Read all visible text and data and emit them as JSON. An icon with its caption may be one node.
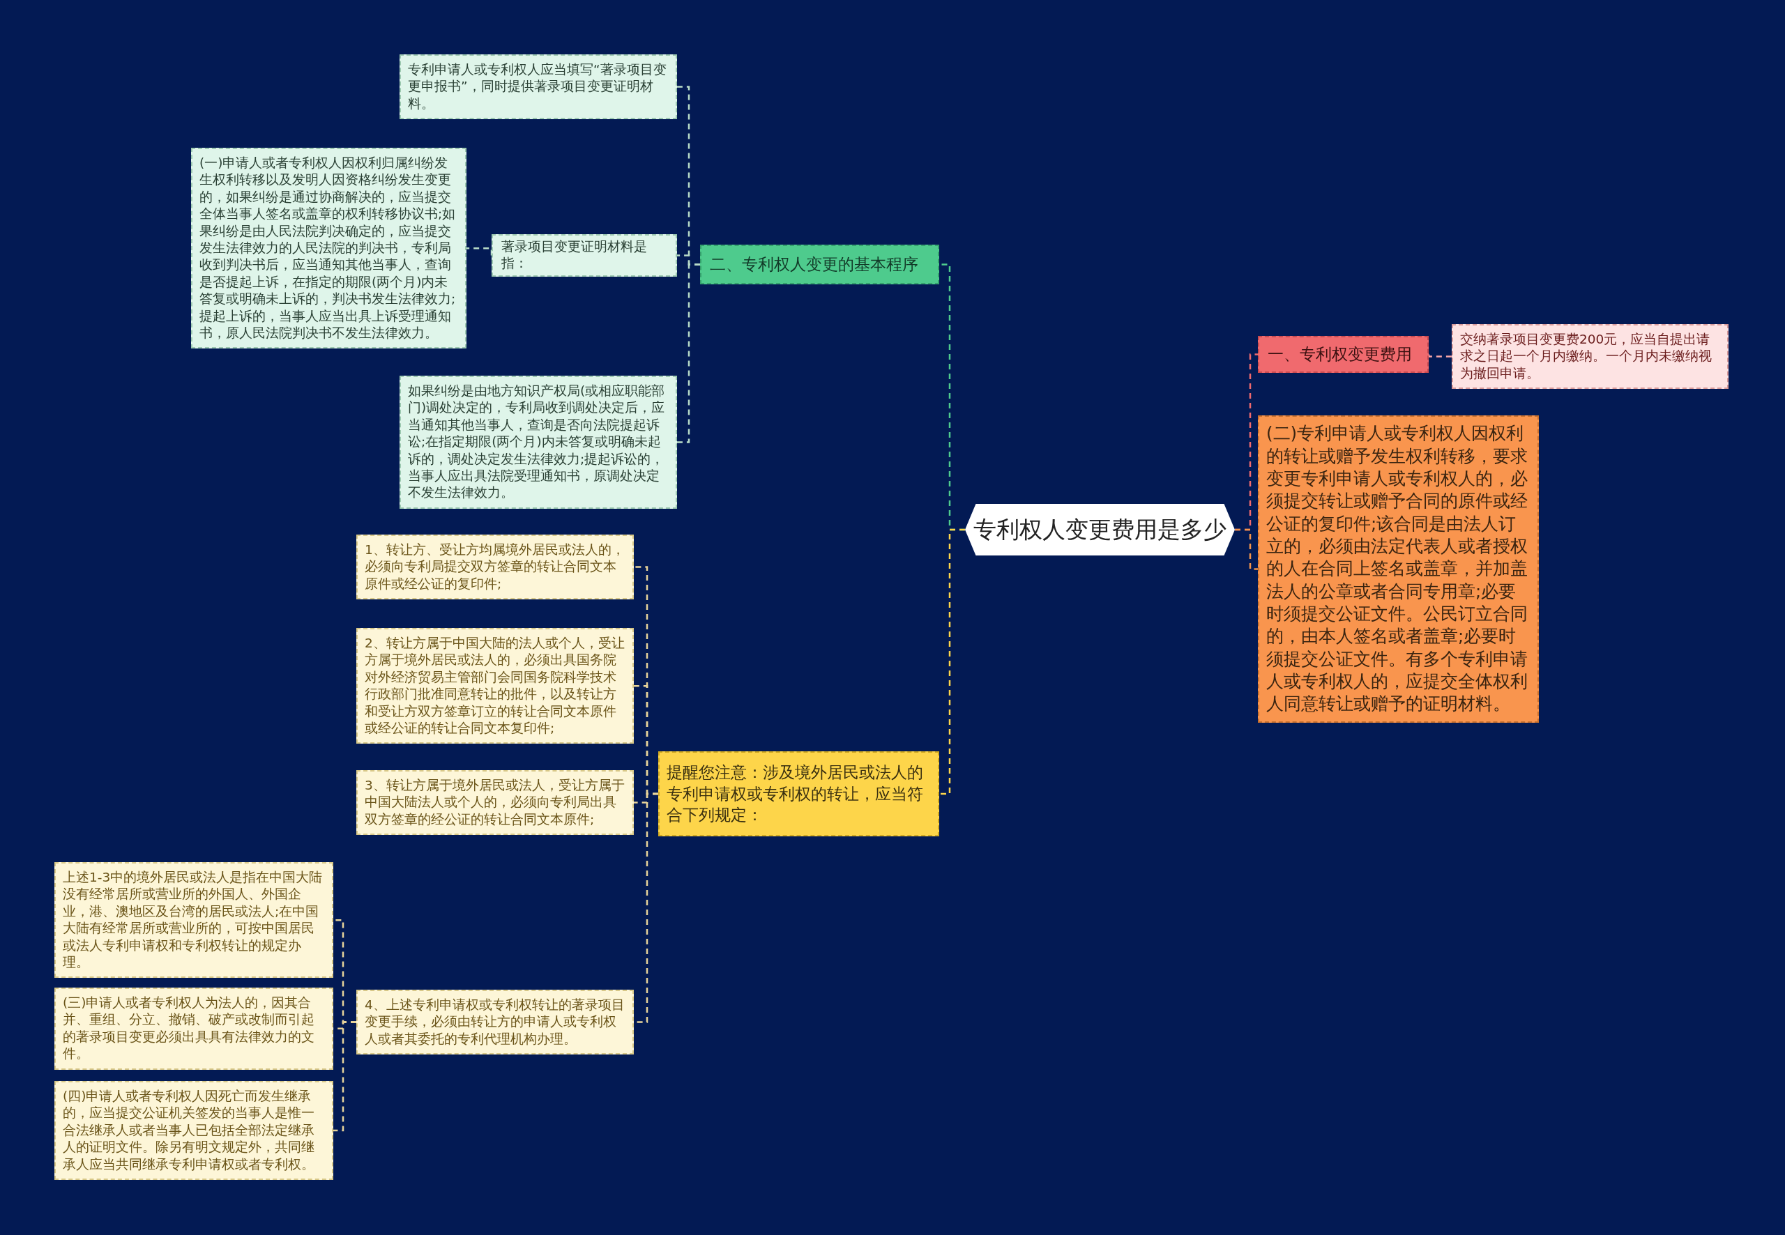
{
  "diagram": {
    "nodes": [
      {
        "text": [
          "专利权人变更费用是多少"
        ]
      },
      {
        "text": [
          "一、专利权变更费用"
        ]
      },
      {
        "text": [
          "交纳著录项目变更费200元，应当自提出请求之日起一个月内缴纳。一个月内未缴纳视为撤回申请。"
        ]
      },
      {
        "text": [
          "(二)专利申请人或专利权人因权利的转让或赠予发生权利转移，要求变更专利申请人或专利权人的，必须提交转让或赠予合同的原件或经公证的复印件;该合同是由法人订立的，必须由法定代表人或者授权的人在合同上签名或盖章，并加盖法人的公章或者合同专用章;必要时须提交公证文件。公民订立合同的，由本人签名或者盖章;必要时须提交公证文件。有多个专利申请人或专利权人的，应提交全体权利人同意转让或赠予的证明材料。"
        ]
      },
      {
        "text": [
          "二、专利权人变更的基本程序"
        ]
      },
      {
        "text": [
          "专利申请人或专利权人应当填写“著录项目变更申报书”，同时提供著录项目变更证明材料。"
        ]
      },
      {
        "text": [
          "著录项目变更证明材料是指："
        ]
      },
      {
        "text": [
          "(一)申请人或者专利权人因权利归属纠纷发生权利转移以及发明人因资格纠纷发生变更的，如果纠纷是通过协商解决的，应当提交全体当事人签名或盖章的权利转移协议书;如果纠纷是由人民法院判决确定的，应当提交发生法律效力的人民法院的判决书，专利局收到判决书后，应当通知其他当事人，查询是否提起上诉，在指定的期限(两个月)内未答复或明确未上诉的，判决书发生法律效力;提起上诉的，当事人应当出具上诉受理通知书，原人民法院判决书不发生法律效力。"
        ]
      },
      {
        "text": [
          "如果纠纷是由地方知识产权局(或相应职能部门)调处决定的，专利局收到调处决定后，应当通知其他当事人，查询是否向法院提起诉讼;在指定期限(两个月)内未答复或明确未起诉的，调处决定发生法律效力;提起诉讼的，当事人应出具法院受理通知书，原调处决定不发生法律效力。"
        ]
      },
      {
        "text": [
          "提醒您注意：涉及境外居民或法人的专利申请权或专利权的转让，应当符合下列规定："
        ]
      },
      {
        "text": [
          "1、转让方、受让方均属境外居民或法人的，必须向专利局提交双方签章的转让合同文本原件或经公证的复印件;"
        ]
      },
      {
        "text": [
          "2、转让方属于中国大陆的法人或个人，受让方属于境外居民或法人的，必须出具国务院对外经济贸易主管部门会同国务院科学技术行政部门批准同意转让的批件，以及转让方和受让方双方签章订立的转让合同文本原件或经公证的转让合同文本复印件;"
        ]
      },
      {
        "text": [
          "3、转让方属于境外居民或法人，受让方属于中国大陆法人或个人的，必须向专利局出具双方签章的经公证的转让合同文本原件;"
        ]
      },
      {
        "text": [
          "4、上述专利申请权或专利权转让的著录项目变更手续，必须由转让方的申请人或专利权人或者其委托的专利代理机构办理。"
        ]
      },
      {
        "text": [
          "上述1-3中的境外居民或法人是指在中国大陆没有经常居所或营业所的外国人、外国企业，港、澳地区及台湾的居民或法人;在中国大陆有经常居所或营业所的，可按中国居民或法人专利申请权和专利权转让的规定办理。"
        ]
      },
      {
        "text": [
          "(三)申请人或者专利权人为法人的，因其合并、重组、分立、撤销、破产或改制而引起的著录项目变更必须出具具有法律效力的文件。"
        ]
      },
      {
        "text": [
          "(四)申请人或者专利权人因死亡而发生继承的，应当提交公证机关签发的当事人是惟一合法继承人或者当事人已包括全部法定继承人的证明文件。除另有明文规定外，共同继承人应当共同继承专利申请权或者专利权。"
        ]
      }
    ],
    "edges": [
      {
        "from": 0,
        "to": 1,
        "arrow": "none",
        "color": "#f06a6e"
      },
      {
        "from": 1,
        "to": 2,
        "arrow": "none",
        "color": "#f6a5a8"
      },
      {
        "from": 0,
        "to": 3,
        "arrow": "none",
        "color": "#f4954a"
      },
      {
        "from": 0,
        "to": 4,
        "arrow": "none",
        "color": "#4ecb8d"
      },
      {
        "from": 4,
        "to": 5,
        "arrow": "none",
        "color": "#b9dcc8"
      },
      {
        "from": 4,
        "to": 6,
        "arrow": "none",
        "color": "#b9dcc8"
      },
      {
        "from": 6,
        "to": 7,
        "arrow": "none",
        "color": "#b9dcc8"
      },
      {
        "from": 4,
        "to": 8,
        "arrow": "none",
        "color": "#b9dcc8"
      },
      {
        "from": 0,
        "to": 9,
        "arrow": "none",
        "color": "#fdd54a"
      },
      {
        "from": 9,
        "to": 10,
        "arrow": "none",
        "color": "#e8d49a"
      },
      {
        "from": 9,
        "to": 11,
        "arrow": "none",
        "color": "#e8d49a"
      },
      {
        "from": 9,
        "to": 12,
        "arrow": "none",
        "color": "#e8d49a"
      },
      {
        "from": 9,
        "to": 13,
        "arrow": "none",
        "color": "#e8d49a"
      },
      {
        "from": 13,
        "to": 14,
        "arrow": "none",
        "color": "#e8d49a"
      },
      {
        "from": 13,
        "to": 15,
        "arrow": "none",
        "color": "#e8d49a"
      },
      {
        "from": 13,
        "to": 16,
        "arrow": "none",
        "color": "#e8d49a"
      }
    ]
  }
}
